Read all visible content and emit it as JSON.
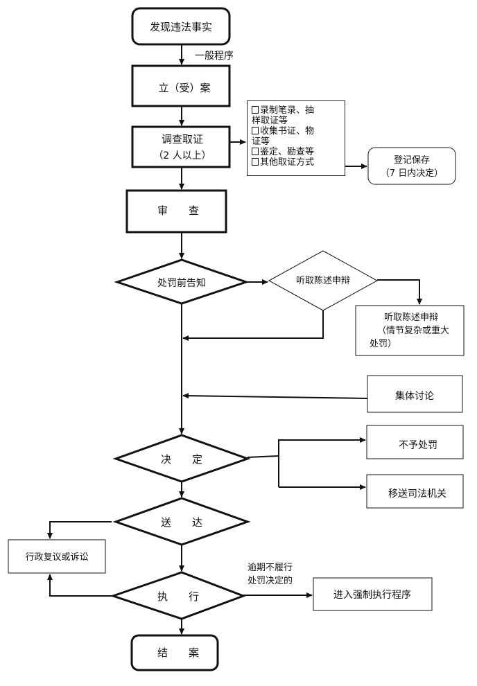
{
  "header_fragment": "",
  "nodes": {
    "discover": "发现违法事实",
    "general_procedure": "一般程序",
    "register": "立（受）案",
    "investigate_line1": "调查取证",
    "investigate_line2": "（2  人以上）",
    "evidence_methods": [
      "录制笔录、抽",
      "样取证等",
      "收集书证、物",
      "证等",
      "鉴定、勘查等",
      "其他取证方式"
    ],
    "register_save_line1": "登记保存",
    "register_save_line2": "（7  日内决定）",
    "review": "审　　查",
    "pre_notice": "处罚前告知",
    "hear_statement": "听取陈述申辩",
    "hear_statement_complex_line1": "听取陈述申辩",
    "hear_statement_complex_line2": "（情节复杂或重大",
    "hear_statement_complex_line3": "处罚）",
    "collective_discussion": "集体讨论",
    "decision": "决　　定",
    "no_penalty": "不予处罚",
    "transfer_judicial": "移送司法机关",
    "deliver": "送　　达",
    "admin_review": "行政复议或诉讼",
    "execute": "执　　行",
    "overdue_line1": "逾期不履行",
    "overdue_line2": "处罚决定的",
    "enforcement": "进入强制执行程序",
    "close_case": "结　　案"
  },
  "colors": {
    "line": "#111111",
    "header_fragment": "#1e73d6"
  }
}
